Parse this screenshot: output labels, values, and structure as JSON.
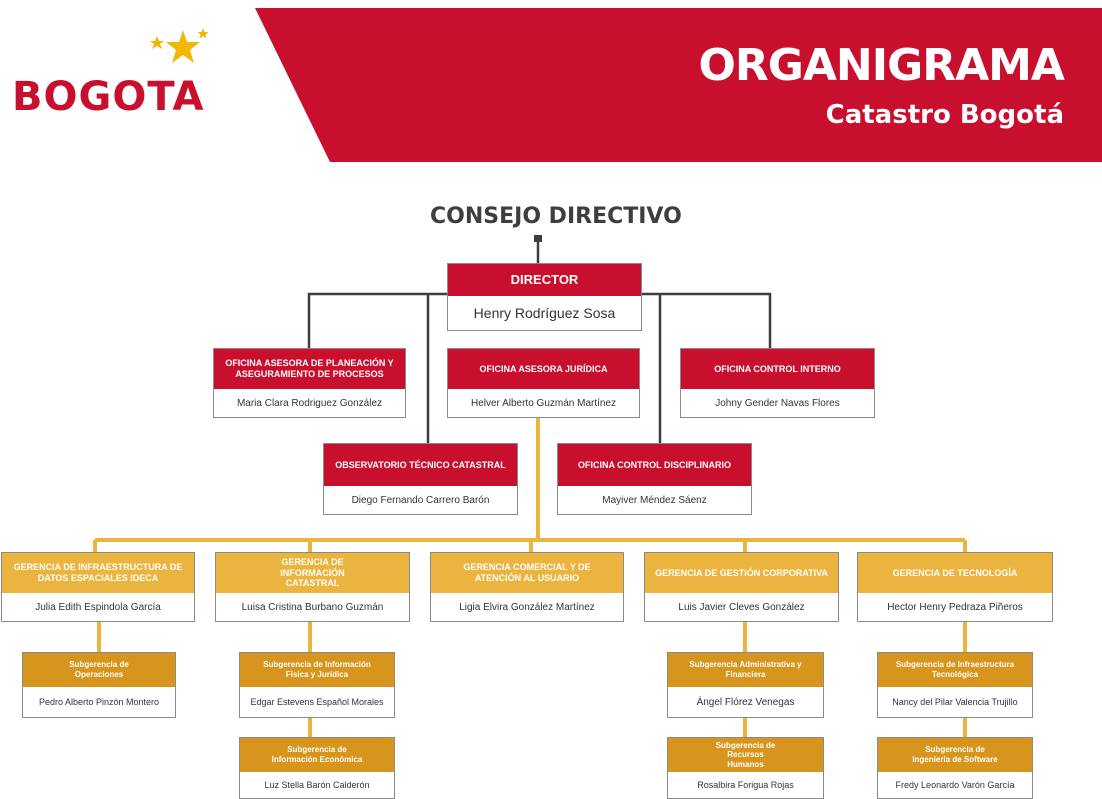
{
  "header": {
    "logo_text": "BOGOTA",
    "title": "ORGANIGRAMA",
    "subtitle": "Catastro Bogotá"
  },
  "colors": {
    "red": "#c8102e",
    "gold": "#eab43e",
    "amber": "#d8951e",
    "line": "#3e3e3e"
  },
  "consejo": "CONSEJO DIRECTIVO",
  "director": {
    "title": "DIRECTOR",
    "name": "Henry Rodríguez Sosa"
  },
  "oficinas": [
    {
      "title": "OFICINA ASESORA DE PLANEACIÓN Y ASEGURAMIENTO DE PROCESOS",
      "name": "Maria Clara Rodriguez González"
    },
    {
      "title": "OFICINA ASESORA JURÍDICA",
      "name": "Helver Alberto Guzmán Martínez"
    },
    {
      "title": "OFICINA CONTROL INTERNO",
      "name": "Johny Gender Navas Flores"
    },
    {
      "title": "OBSERVATORIO TÉCNICO CATASTRAL",
      "name": "Diego Fernando Carrero Barón"
    },
    {
      "title": "OFICINA CONTROL DISCIPLINARIO",
      "name": "Mayiver Méndez Sáenz"
    }
  ],
  "gerencias": [
    {
      "title": "GERENCIA DE INFRAESTRUCTURA DE DATOS ESPACIALES IDECA",
      "name": "Julia Edith Espindola García"
    },
    {
      "title": "GERENCIA DE INFORMACIÓN CATASTRAL",
      "name": "Luisa Cristina Burbano Guzmán"
    },
    {
      "title": "GERENCIA COMERCIAL Y DE ATENCIÓN AL USUARIO",
      "name": "Ligia Elvira González Martínez"
    },
    {
      "title": "GERENCIA DE GESTIÓN CORPORATIVA",
      "name": "Luis Javier Cleves González"
    },
    {
      "title": "GERENCIA DE TECNOLOGÍA",
      "name": "Hector Henry Pedraza Piñeros"
    }
  ],
  "subgerencias": [
    {
      "title": "Subgerencia de Operaciones",
      "name": "Pedro Alberto Pinzón Montero"
    },
    {
      "title": "Subgerencia de Información Física y Jurídica",
      "name": "Edgar Estevens Español Morales"
    },
    {
      "title": "Subgerencia de Información Económica",
      "name": "Luz Stella Barón Calderón"
    },
    {
      "title": "Subgerencia Administrativa y Financiera",
      "name": "Ángel Flórez Venegas"
    },
    {
      "title": "Subgerencia de Recursos Humanos",
      "name": "Rosalbira Forigua Rojas"
    },
    {
      "title": "Subgerencia de Infraestructura Tecnológica",
      "name": "Nancy del Pilar Valencia Trujillo"
    },
    {
      "title": "Subgerencia de Ingeniería de Software",
      "name": "Fredy Leonardo Varón García"
    }
  ]
}
